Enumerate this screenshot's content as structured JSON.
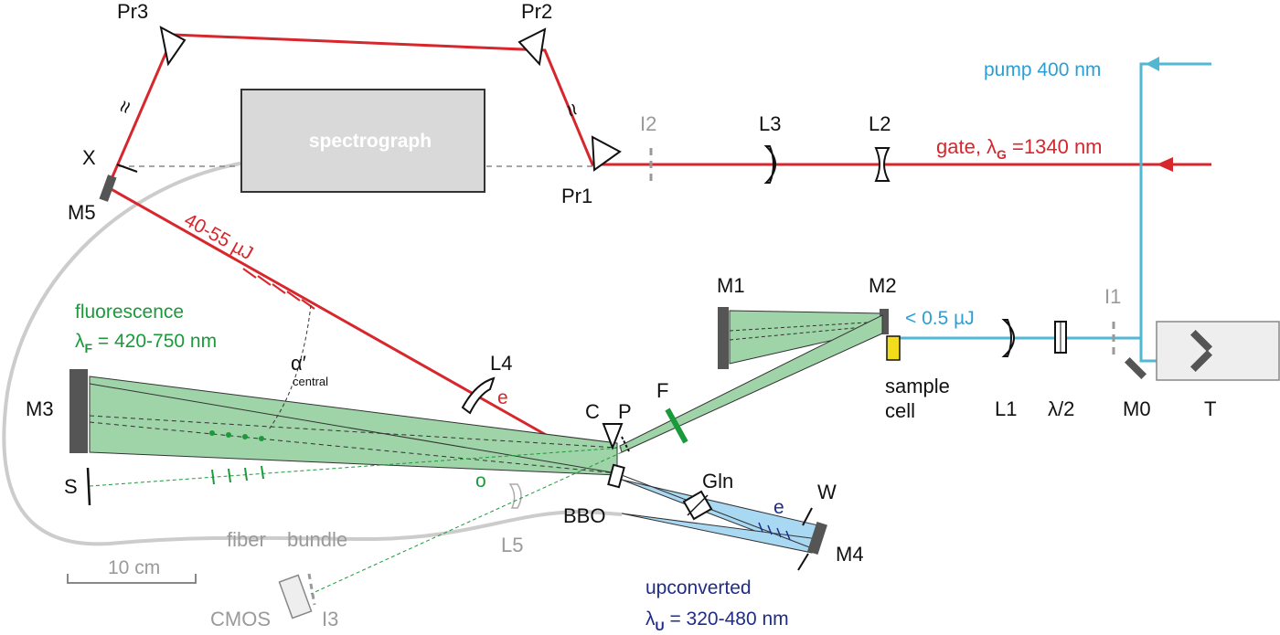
{
  "labels": {
    "pr3": "Pr3",
    "pr2": "Pr2",
    "pr1": "Pr1",
    "x": "X",
    "m5": "M5",
    "spectrograph": "spectrograph",
    "i2": "I2",
    "l3": "L3",
    "l2": "L2",
    "pump": "pump  400 nm",
    "gate_prefix": "gate, λ",
    "gate_sub": "G",
    "gate_suffix": " =1340 nm",
    "energy_gate": "40-55 µJ",
    "m1": "M1",
    "m2": "M2",
    "energy_pump": "< 0.5 µJ",
    "i1": "I1",
    "fluor_title": "fluorescence",
    "fluor_lambda": "λ",
    "fluor_sub": "F",
    "fluor_range": " = 420-750 nm",
    "alpha": "α′",
    "alpha_sub": "central",
    "l4": "L4",
    "e_gate": "e",
    "m3": "M3",
    "c": "C",
    "p": "P",
    "f": "F",
    "sample1": "sample",
    "sample2": "cell",
    "l1": "L1",
    "halfwave": "λ/2",
    "m0": "M0",
    "t": "T",
    "s": "S",
    "o": "o",
    "bbo": "BBO",
    "gln": "Gln",
    "e_up": "e",
    "w": "W",
    "fiber1": "fiber",
    "fiber2": "bundle",
    "l5": "L5",
    "m4": "M4",
    "scale": "10 cm",
    "upconv_title": "upconverted",
    "upconv_lambda": "λ",
    "upconv_sub": "U",
    "upconv_range": " = 320-480 nm",
    "cmos": "CMOS",
    "i3": "I3",
    "tilde": "≈"
  },
  "colors": {
    "gate": "#d7262c",
    "pump": "#52b7d3",
    "fluorescence": "#1a9a3a",
    "fluorescence_fill": "#9fd3a8",
    "upconverted": "#1f2c8a",
    "upconverted_fill": "#a8d8f2",
    "sample_cell": "#f2dc1b",
    "mirror": "#555555",
    "aux": "#9a9a9a"
  }
}
